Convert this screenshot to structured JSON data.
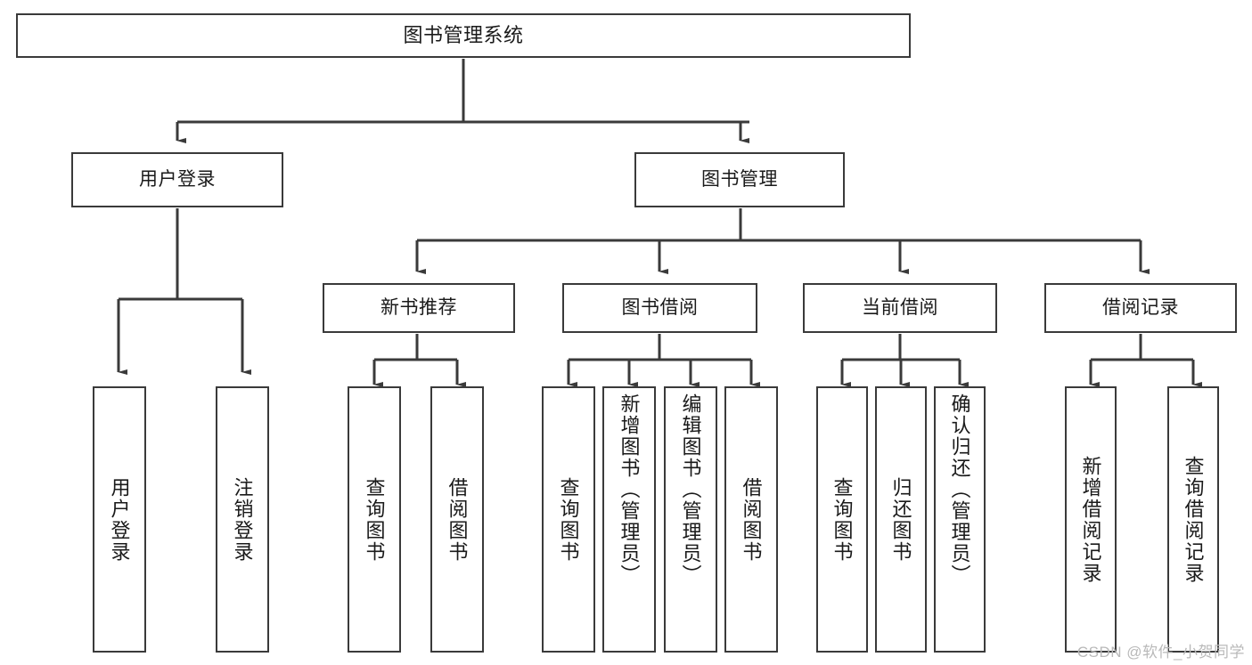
{
  "diagram": {
    "title": "图书管理系统",
    "type": "tree-hierarchy-diagram",
    "watermark": "CSDN @软件_小贺同学",
    "colors": {
      "stroke": "#3a3a3a",
      "fill": "#ffffff",
      "text": "#1a1a1a",
      "watermark": "#b9b9b9"
    },
    "nodes": {
      "root": {
        "label": "图书管理系统"
      },
      "level2": [
        {
          "id": "user-login",
          "label": "用户登录"
        },
        {
          "id": "book-manage",
          "label": "图书管理"
        }
      ],
      "level3": [
        {
          "id": "new-book-recommend",
          "label": "新书推荐"
        },
        {
          "id": "book-borrow",
          "label": "图书借阅"
        },
        {
          "id": "current-borrow",
          "label": "当前借阅"
        },
        {
          "id": "borrow-record",
          "label": "借阅记录"
        }
      ],
      "leaves": {
        "user_login": [
          {
            "id": "leaf-user-login",
            "label": "用户登录"
          },
          {
            "id": "leaf-user-logout",
            "label": "注销登录"
          }
        ],
        "new_book_recommend": [
          {
            "id": "leaf-query-book-1",
            "label": "查询图书"
          },
          {
            "id": "leaf-borrow-book-1",
            "label": "借阅图书"
          }
        ],
        "book_borrow": [
          {
            "id": "leaf-query-book-2",
            "label": "查询图书"
          },
          {
            "id": "leaf-add-book",
            "label": "新增图书（管理员）"
          },
          {
            "id": "leaf-edit-book",
            "label": "编辑图书（管理员）"
          },
          {
            "id": "leaf-borrow-book-2",
            "label": "借阅图书"
          }
        ],
        "current_borrow": [
          {
            "id": "leaf-query-book-3",
            "label": "查询图书"
          },
          {
            "id": "leaf-return-book",
            "label": "归还图书"
          },
          {
            "id": "leaf-confirm-return",
            "label": "确认归还（管理员）"
          }
        ],
        "borrow_record": [
          {
            "id": "leaf-add-borrow-record",
            "label": "新增借阅记录"
          },
          {
            "id": "leaf-query-borrow-record",
            "label": "查询借阅记录"
          }
        ]
      }
    }
  }
}
